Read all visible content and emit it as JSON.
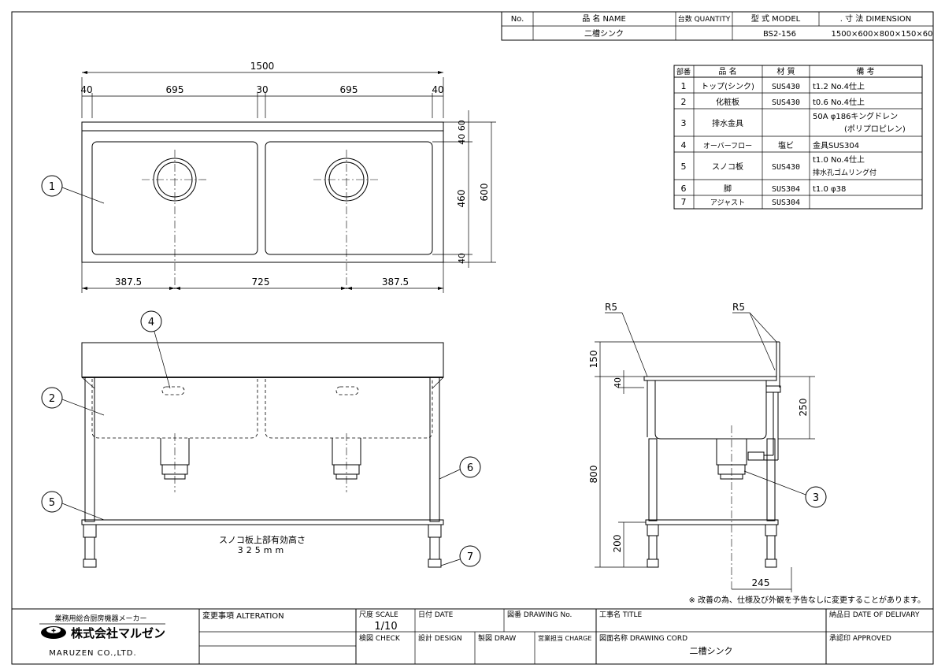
{
  "title_block": {
    "col_no": "No.",
    "col_name": "品 名 NAME",
    "col_qty": "台数 QUANTITY",
    "col_model": "型 式 MODEL",
    "col_dim": ". 寸 法 DIMENSION",
    "name": "二槽シンク",
    "model": "BS2-156",
    "dimension": "1500×600×800×150×60"
  },
  "parts_table": {
    "headers": [
      "部番",
      "品 名",
      "材 質",
      "備 考"
    ],
    "rows": [
      {
        "no": "1",
        "name": "トップ(シンク)",
        "material": "SUS430",
        "note1": "t1.2 No.4仕上",
        "note2": ""
      },
      {
        "no": "2",
        "name": "化粧板",
        "material": "SUS430",
        "note1": "t0.6 No.4仕上",
        "note2": ""
      },
      {
        "no": "3",
        "name": "排水金具",
        "material": "",
        "note1": "50A φ186キングドレン",
        "note2": "(ポリプロピレン)"
      },
      {
        "no": "4",
        "name": "オーバーフロー",
        "material": "塩ビ",
        "note1": "金具SUS304",
        "note2": ""
      },
      {
        "no": "5",
        "name": "スノコ板",
        "material": "SUS430",
        "note1": "t1.0 No.4仕上",
        "note2": "排水孔ゴムリング付"
      },
      {
        "no": "6",
        "name": "脚",
        "material": "SUS304",
        "note1": "t1.0 φ38",
        "note2": ""
      },
      {
        "no": "7",
        "name": "アジャスト",
        "material": "SUS304",
        "note1": "",
        "note2": ""
      }
    ]
  },
  "dims": {
    "overall_width": "1500",
    "d40a": "40",
    "d695a": "695",
    "d30": "30",
    "d695b": "695",
    "d40b": "40",
    "d40_60": "40 60",
    "d460": "460",
    "d40c": "40",
    "d600": "600",
    "d387a": "387.5",
    "d725": "725",
    "d387b": "387.5",
    "side_150": "150",
    "side_40": "40",
    "side_250": "250",
    "side_800": "800",
    "side_200": "200",
    "side_245": "245",
    "r5a": "R5",
    "r5b": "R5"
  },
  "callouts": [
    "1",
    "2",
    "3",
    "4",
    "5",
    "6",
    "7"
  ],
  "sunoko_note_line1": "スノコ板上部有効高さ",
  "sunoko_note_line2": "325mm",
  "change_note": "※ 改善の為、仕様及び外観を予告なしに変更することがあります。",
  "footer": {
    "company_category": "業務用総合厨房機器メーカー",
    "company_name": "株式会社マルゼン",
    "company_en": "MARUZEN CO.,LTD.",
    "alteration": "変更事項 ALTERATION",
    "scale_label": "尺度 SCALE",
    "scale_value": "1/10",
    "date_label": "日付 DATE",
    "drawing_no": "図番 DRAWING No.",
    "title_label": "工事名 TITLE",
    "delivery": "納品日 DATE OF DELIVARY",
    "check": "検図 CHECK",
    "design": "設計 DESIGN",
    "draw": "製図 DRAW",
    "charge": "営業担当 CHARGE",
    "drawing_cord": "図面名称 DRAWING CORD",
    "drawing_name": "二槽シンク",
    "approved": "承認印 APPROVED"
  }
}
